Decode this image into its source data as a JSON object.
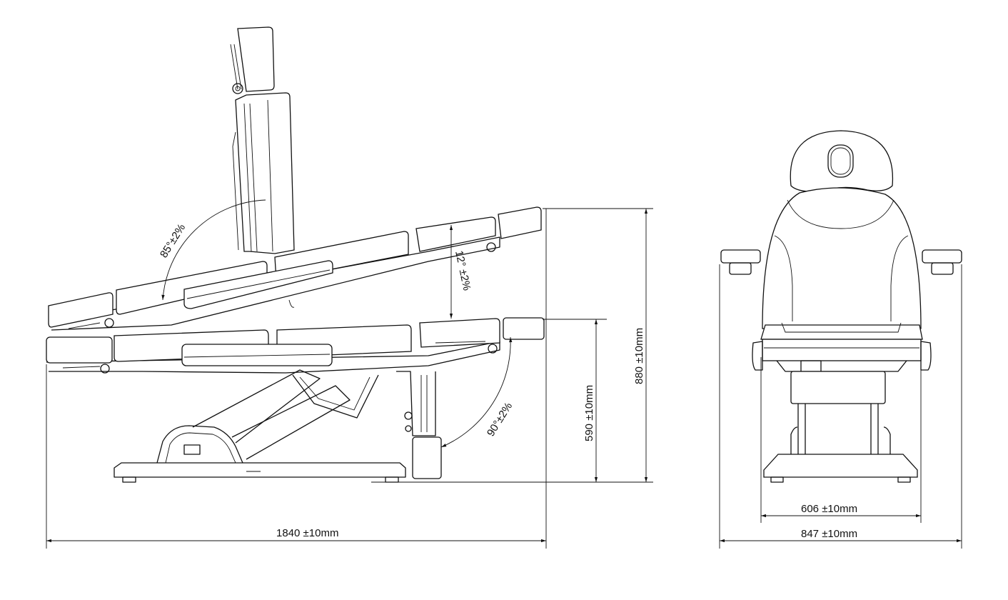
{
  "title": "Treatment chair dimension drawing",
  "dimensions": {
    "overall_length": "1840 ±10mm",
    "max_height": "880 ±10mm",
    "seat_height": "590 ±10mm",
    "inner_width": "606 ±10mm",
    "overall_width": "847 ±10mm"
  },
  "angles": {
    "backrest": "85°±2%",
    "tilt": "12° ±2%",
    "legrest": "90°±2%"
  },
  "colors": {
    "line": "#111111",
    "background": "#ffffff"
  }
}
